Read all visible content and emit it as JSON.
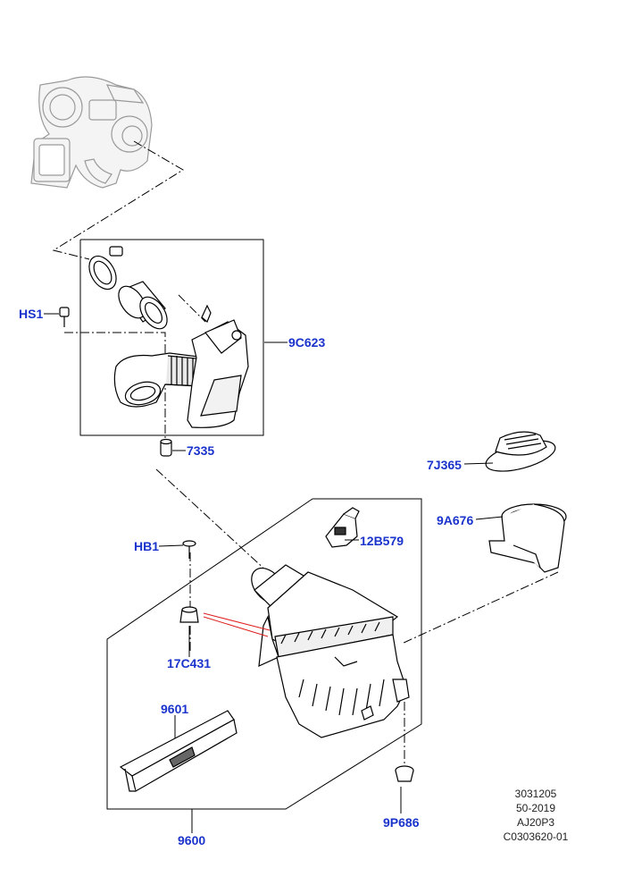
{
  "callouts": {
    "hs1": "HS1",
    "c9c623": "9C623",
    "c7335": "7335",
    "c7j365": "7J365",
    "c9a676": "9A676",
    "hb1": "HB1",
    "c12b579": "12B579",
    "c17c431": "17C431",
    "c9601": "9601",
    "c9600": "9600",
    "c9p686": "9P686"
  },
  "info": {
    "line1": "3031205",
    "line2": "50-2019",
    "line3": "AJ20P3",
    "line4": "C0303620-01"
  },
  "colors": {
    "callout": "#1a33cc",
    "lines": "#000000",
    "turbo_gray": "#9a9a9a",
    "accent_red": "#e02020"
  }
}
